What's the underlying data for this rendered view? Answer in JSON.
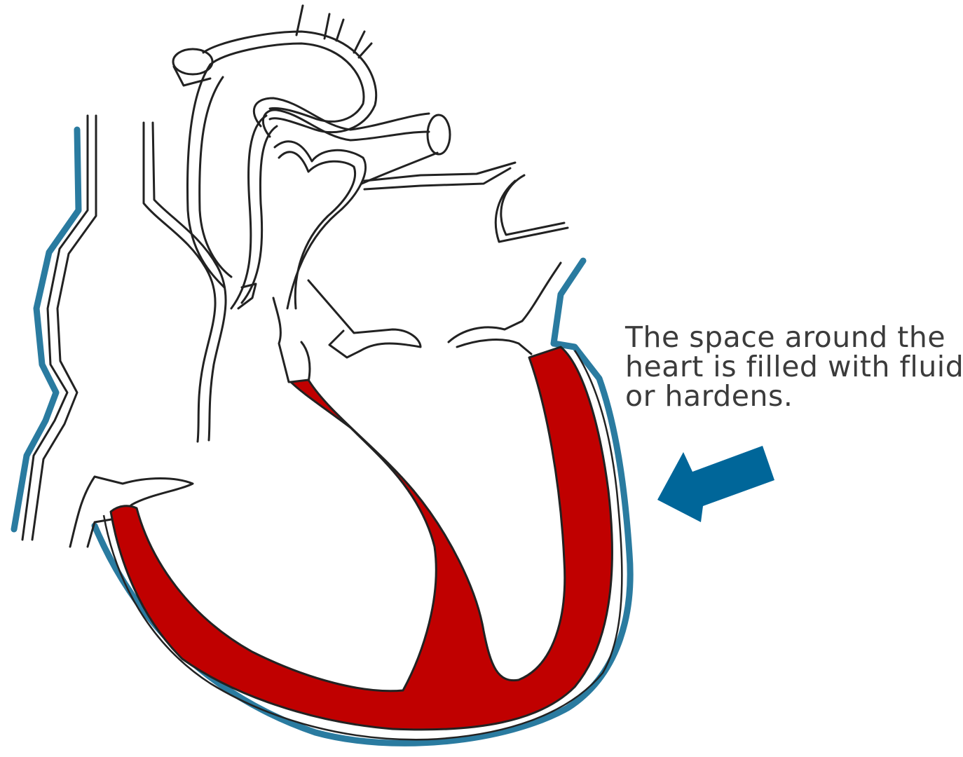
{
  "caption": {
    "line1": "The space around the",
    "line2": "heart is filled with fluid",
    "line3": "or hardens."
  },
  "colors": {
    "myocardium": "#c00000",
    "pericardium": "#2a7ba0",
    "arrow": "#006699",
    "outline": "#222222"
  }
}
